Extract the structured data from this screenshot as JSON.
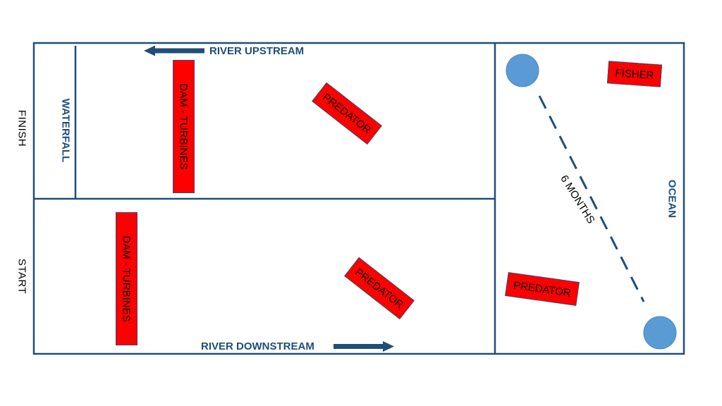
{
  "labels": {
    "finish": "FINISH",
    "start": "START",
    "waterfall": "WATERFALL",
    "river_upstream": "RIVER UPSTREAM",
    "river_downstream": "RIVER DOWNSTREAM",
    "ocean": "OCEAN",
    "six_months": "6 MONTHS"
  },
  "hazards": {
    "dam_upper": "DAM - TURBINES",
    "dam_lower": "DAM - TURBINES",
    "predator_upper": "PREDATOR",
    "predator_lower": "PREDATOR",
    "predator_ocean": "PREDATOR",
    "fisher": "FISHER"
  },
  "colors": {
    "frame": "#1f4e79",
    "hazard_fill": "#ff0000",
    "circle_fill": "#5b9bd5",
    "label_blue": "#1f4e79"
  }
}
